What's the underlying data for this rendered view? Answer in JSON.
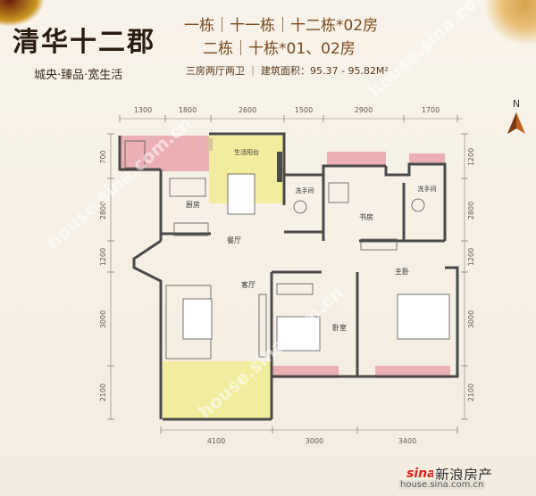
{
  "project": {
    "title": "清华十二郡",
    "slogan": "城央·臻品·宽生活"
  },
  "buildings": {
    "line1": "一栋｜十一栋｜十二栋*02房",
    "line2": "二栋｜十栋*01、02房"
  },
  "unit_info": "三房两厅两卫 ｜ 建筑面积：95.37 - 95.82M²",
  "compass_label": "N",
  "dimensions": {
    "top": [
      "1300",
      "1800",
      "2600",
      "1500",
      "2900",
      "1700"
    ],
    "bottom": [
      "4100",
      "3000",
      "3400"
    ],
    "left": [
      "700",
      "2800",
      "1200",
      "3000",
      "2100"
    ],
    "right": [
      "1200",
      "2800",
      "1200",
      "3000",
      "2100"
    ]
  },
  "rooms": {
    "balcony_service": "生活阳台",
    "kitchen": "厨房",
    "dining": "餐厅",
    "living": "客厅",
    "bath_left": "洗手间",
    "study": "书房",
    "bath_right": "洗手间",
    "master": "主卧",
    "bedroom": "卧室"
  },
  "watermark": "house.sina.com.cn",
  "brand": {
    "name": "新浪房产",
    "url": "house.sina.com.cn"
  },
  "colors": {
    "accent_red": "#e8a0a8",
    "accent_yellow": "#f3ec9a",
    "wall": "#4a4a4a"
  }
}
